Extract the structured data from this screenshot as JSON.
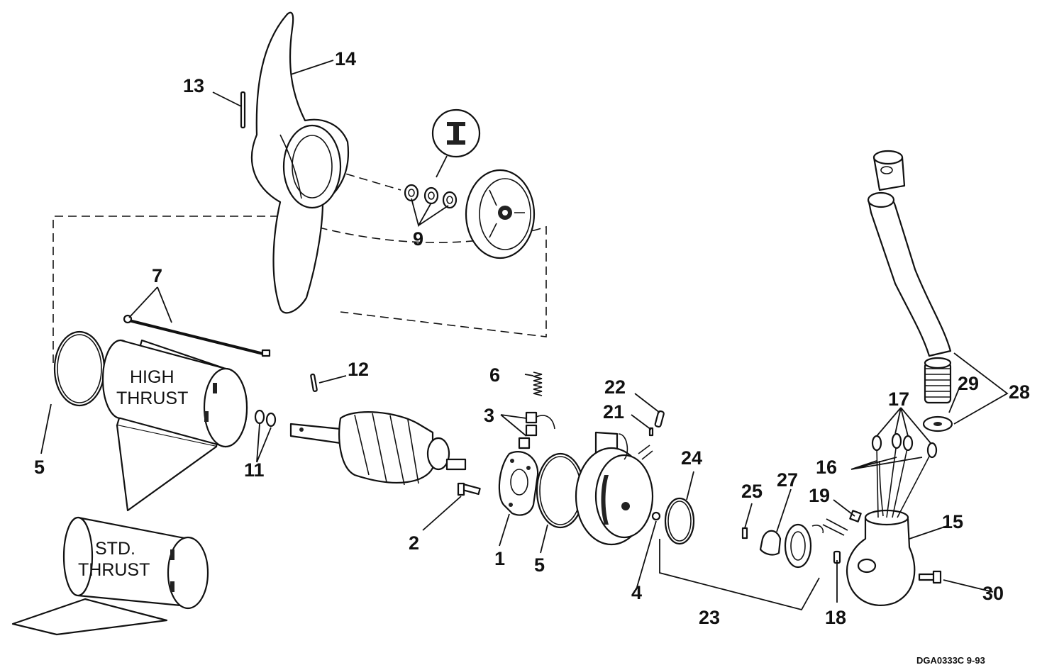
{
  "shell_labels": {
    "high_line1": "HIGH",
    "high_line2": "THRUST",
    "std_line1": "STD.",
    "std_line2": "THRUST"
  },
  "callouts": {
    "c1": "1",
    "c2": "2",
    "c3": "3",
    "c4": "4",
    "c5a": "5",
    "c5b": "5",
    "c6": "6",
    "c7": "7",
    "c9": "9",
    "c11": "11",
    "c12": "12",
    "c13": "13",
    "c14": "14",
    "c15": "15",
    "c16": "16",
    "c17": "17",
    "c18": "18",
    "c19": "19",
    "c21": "21",
    "c22": "22",
    "c23": "23",
    "c24": "24",
    "c25": "25",
    "c27": "27",
    "c28": "28",
    "c29": "29",
    "c30": "30"
  },
  "drawing_code": "DGA0333C  9-93"
}
